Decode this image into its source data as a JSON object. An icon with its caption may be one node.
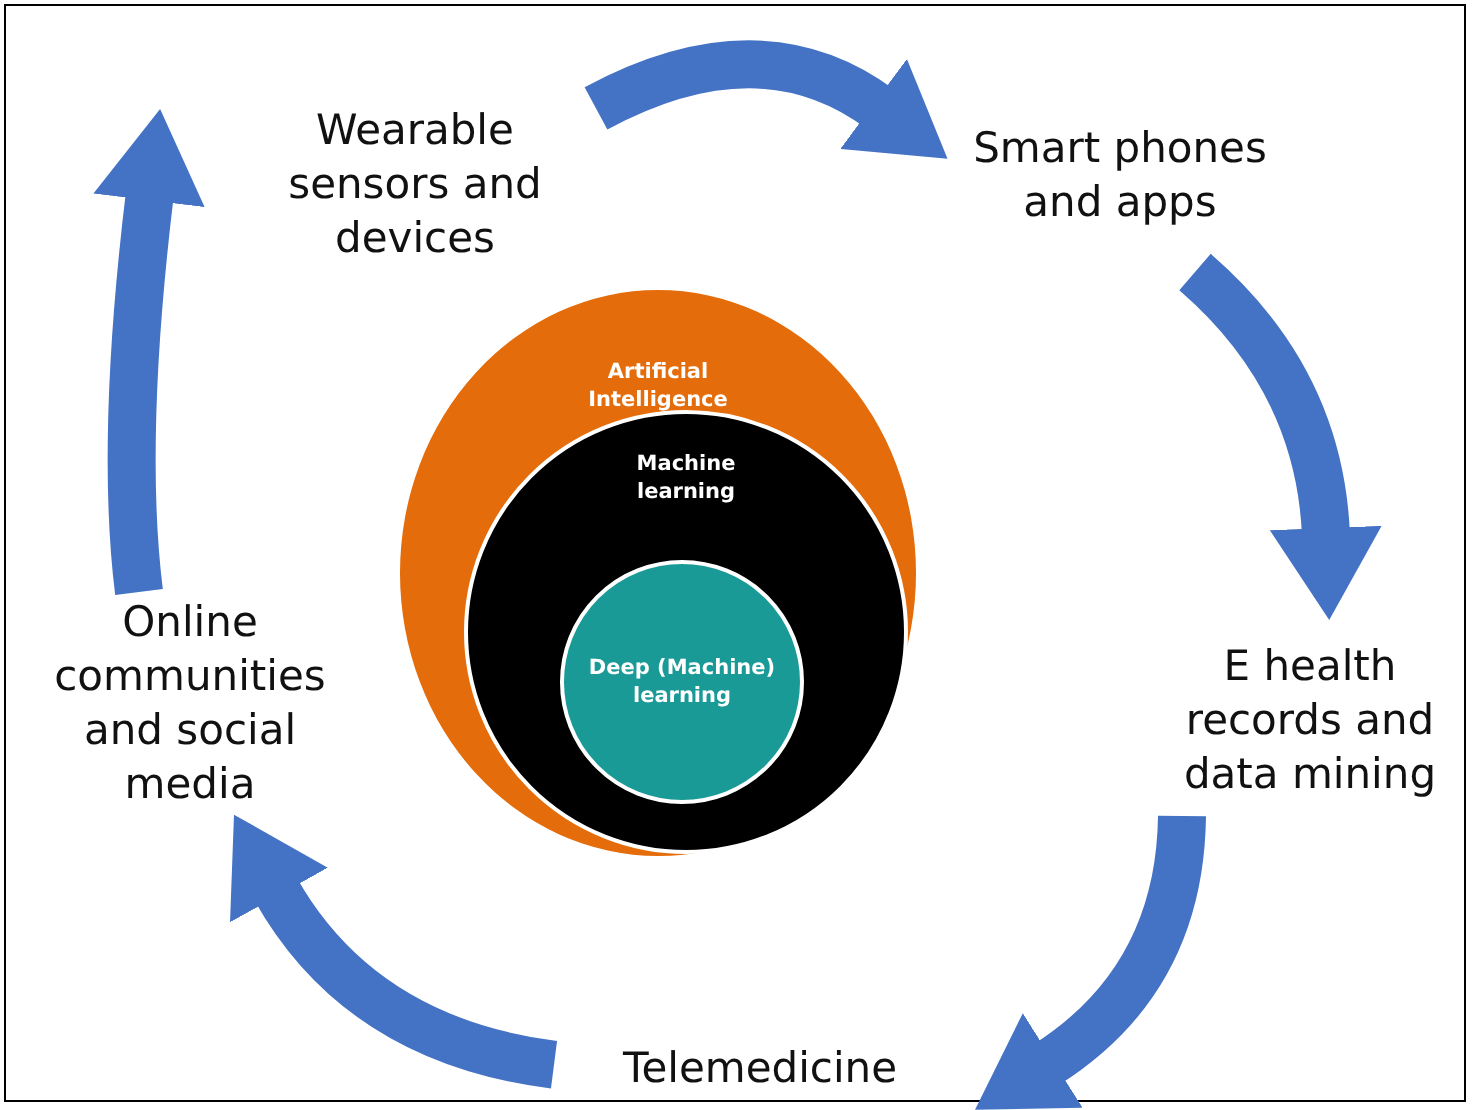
{
  "diagram": {
    "nodes": [
      {
        "text": [
          "Wearable sensors and devices"
        ]
      },
      {
        "text": [
          "Smart phones and apps"
        ]
      },
      {
        "text": [
          "E health records and data mining"
        ]
      },
      {
        "text": [
          "Telemedicine"
        ]
      },
      {
        "text": [
          "Online communities and social media"
        ]
      },
      {
        "text": [
          "Artificial Intelligence"
        ]
      },
      {
        "text": [
          "Machine learning"
        ],
        "in": 5
      },
      {
        "text": [
          "Deep (Machine) learning"
        ],
        "in": 6
      }
    ],
    "edges": [
      {
        "from": 0,
        "to": 1,
        "arrow": "to"
      },
      {
        "from": 1,
        "to": 2,
        "arrow": "to"
      },
      {
        "from": 2,
        "to": 3,
        "arrow": "to"
      },
      {
        "from": 3,
        "to": 4,
        "arrow": "to"
      },
      {
        "from": 4,
        "to": 0,
        "arrow": "to"
      }
    ]
  }
}
